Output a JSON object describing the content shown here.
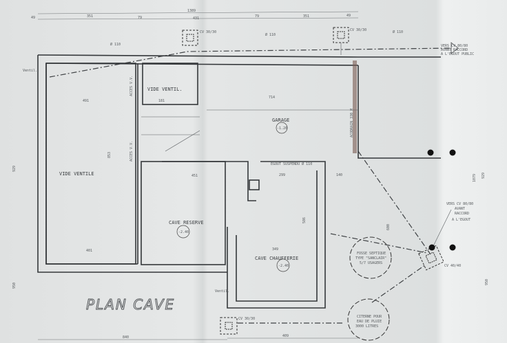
{
  "title": "PLAN CAVE",
  "rooms": {
    "vide_ventile": "VIDE VENTILE",
    "vide_ventil": "VIDE VENTIL.",
    "acces_vv_1": "ACCES V.V.",
    "acces_vv_2": "ACCES V.V.",
    "garage": "GARAGE",
    "garage_level": "-1.20",
    "cave_reserve": "CAVE RESERVE",
    "cave_reserve_level": "-2.40",
    "cave_chaufferie": "CAVE CHAUFFERIE",
    "cave_chaufferie_level": "-2.40"
  },
  "annotations": {
    "egout_suspendu": "EGOUT SUSPENDU Ø 110",
    "fosse": [
      "FOSSE SEPTIQUE",
      "TYPE \"SANCLAIR\"",
      "5/7 USAGERS"
    ],
    "citerne": [
      "CITERNE POUR",
      "EAU DE PLUIE",
      "3000 LITRES"
    ],
    "cv_top_left": "CV 30/30",
    "cv_top_right": "CV 30/30",
    "cv_bottom": "CV 30/30",
    "cv_40": "CV 40/40",
    "public_sewer": [
      "VERS CV 80/80",
      "AVANT RACCORD",
      "A L'EGOUT PUBLIC"
    ],
    "sewer_right": [
      "VERS CV 80/80",
      "AVANT",
      "RACCORD",
      "A L'EGOUT"
    ],
    "ventil": "Ventil.",
    "pipe": "Ø 110",
    "acodrain": "ACODRAIN 330 M"
  },
  "dimensions": {
    "total_width": "1389",
    "top": [
      "49",
      "351",
      "79",
      "431",
      "79",
      "351",
      "49"
    ],
    "left_height": "929",
    "right_height_1": "1079",
    "right_height_2": "929",
    "left_bottom": "950",
    "right_bottom": "950",
    "bottom_left": "840",
    "bottom_right": "409",
    "vide_width": "491",
    "vide_ventil_width": "181",
    "garage_width": "714",
    "vide_height": "853",
    "reserve_bottom": "401",
    "reserve_top": "451",
    "chauff_top": "299",
    "chauff_bottom": "349",
    "chauff_height": "586",
    "right_600": "600",
    "right_140": "140"
  }
}
